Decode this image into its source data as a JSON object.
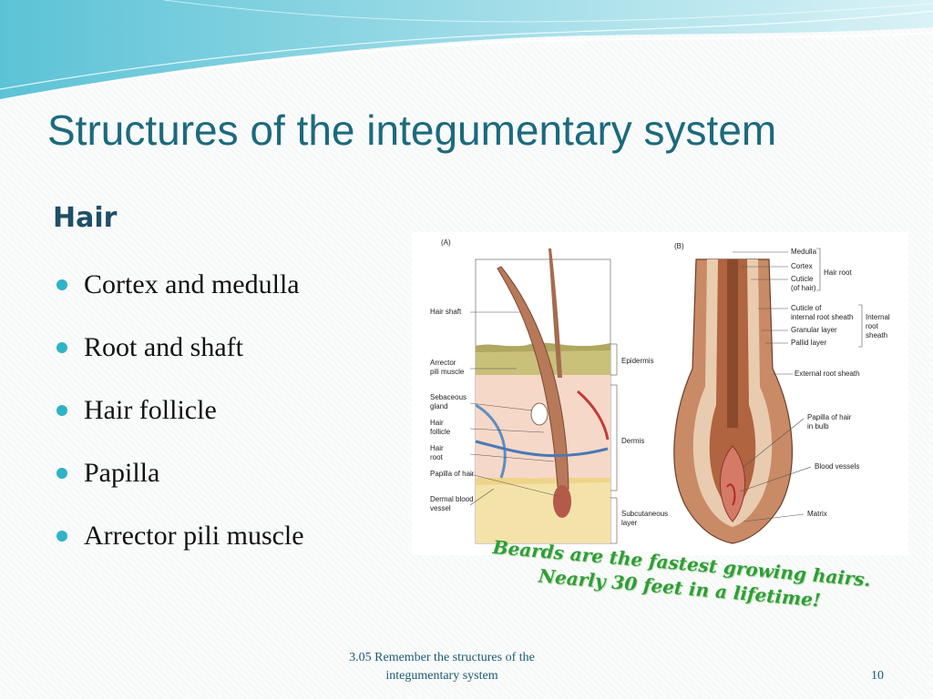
{
  "slide": {
    "title": "Structures of the integumentary system",
    "subheading": "Hair",
    "bullets": [
      "Cortex and medulla",
      "Root and shaft",
      "Hair follicle",
      "Papilla",
      "Arrector pili muscle"
    ],
    "callout": {
      "line1": "Beards are the fastest growing hairs.",
      "line2": "Nearly 30 feet in a lifetime!"
    },
    "footer": {
      "line1": "3.05 Remember the structures of the",
      "line2": "integumentary system"
    },
    "page_number": "10"
  },
  "figure": {
    "panel_a": {
      "tag": "(A)",
      "labels_left": [
        "Hair shaft",
        "Arrector",
        "pili muscle",
        "Sebaceous",
        "gland",
        "Hair",
        "follicle",
        "Hair",
        "root",
        "Papilla of hair",
        "Dermal blood",
        "vessel"
      ],
      "labels_right": [
        "Epidermis",
        "Dermis",
        "Subcutaneous",
        "layer"
      ]
    },
    "panel_b": {
      "tag": "(B)",
      "labels": [
        "Medulla",
        "Cortex",
        "Cuticle",
        "(of hair)",
        "Hair root",
        "Cuticle of",
        "internal root sheath",
        "Granular layer",
        "Pallid layer",
        "Internal",
        "root",
        "sheath",
        "External root sheath",
        "Papilla of hair",
        "in bulb",
        "Blood vessels",
        "Matrix"
      ]
    }
  },
  "colors": {
    "title": "#1c6a7d",
    "subheading": "#1f4f68",
    "bullet": "#2fb3c6",
    "callout": "#2e9e35",
    "footer": "#1c5a72"
  }
}
